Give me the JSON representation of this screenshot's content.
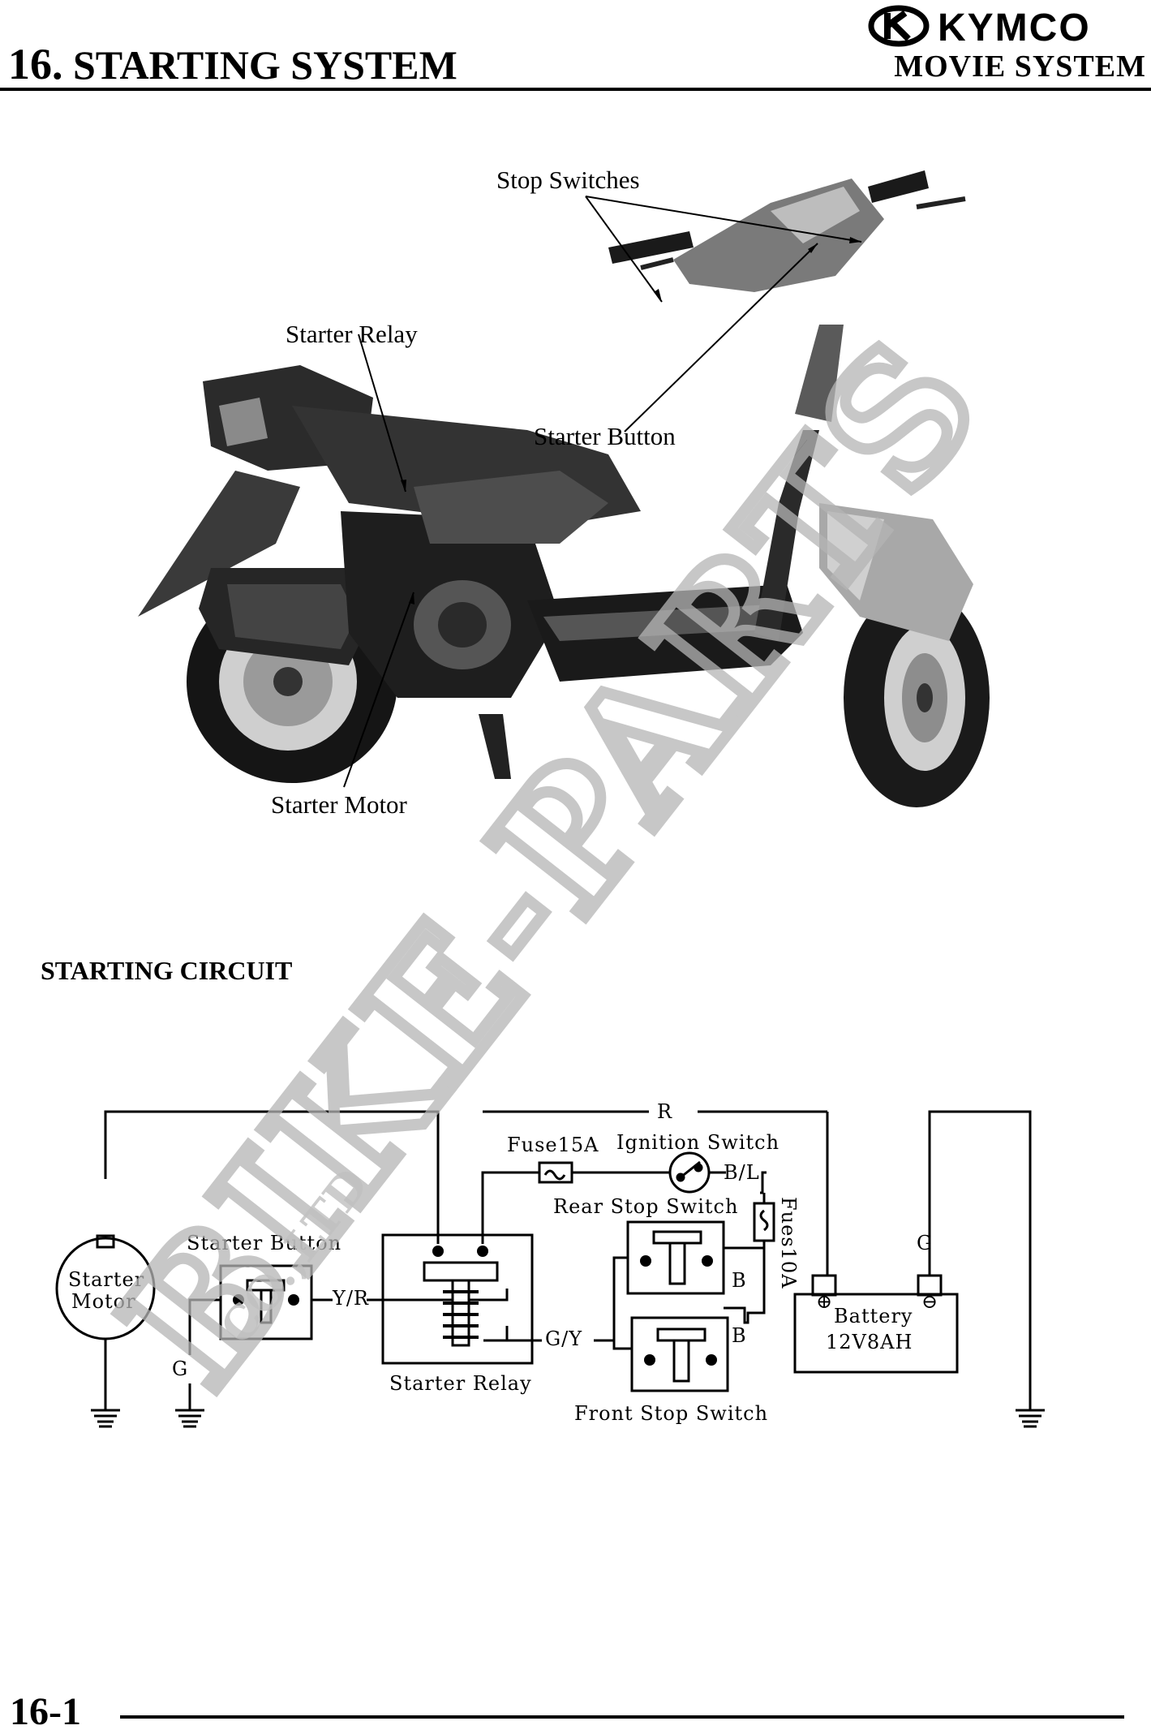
{
  "header": {
    "chapter_number": "16.",
    "chapter_title": "STARTING SYSTEM",
    "brand": "KYMCO",
    "model": "MOVIE SYSTEM"
  },
  "figure": {
    "callouts": {
      "stop_switches": "Stop Switches",
      "starter_relay": "Starter Relay",
      "starter_button": "Starter Button",
      "starter_motor": "Starter Motor"
    }
  },
  "section_heading": "STARTING CIRCUIT",
  "circuit": {
    "wire_r": "R",
    "fuse_15a": "Fuse15A",
    "ignition_switch": "Ignition Switch",
    "wire_bl": "B/L",
    "rear_stop_switch": "Rear Stop Switch",
    "fuse_10a": "Fues10A",
    "wire_g_battery": "G",
    "starter_button": "Starter Button",
    "starter_motor_line1": "Starter",
    "starter_motor_line2": "Motor",
    "wire_yr": "Y/R",
    "wire_g_button": "G",
    "wire_gy": "G/Y",
    "wire_b_rear": "B",
    "wire_b_front": "B",
    "starter_relay": "Starter Relay",
    "front_stop_switch": "Front Stop Switch",
    "battery_line1": "Battery",
    "battery_line2": "12V8AH",
    "battery_plus": "⊕",
    "battery_minus": "⊖"
  },
  "watermark": {
    "main": "BIKE-PARTS",
    "sub": "CO.,LTD"
  },
  "footer": {
    "page_number": "16-1"
  }
}
